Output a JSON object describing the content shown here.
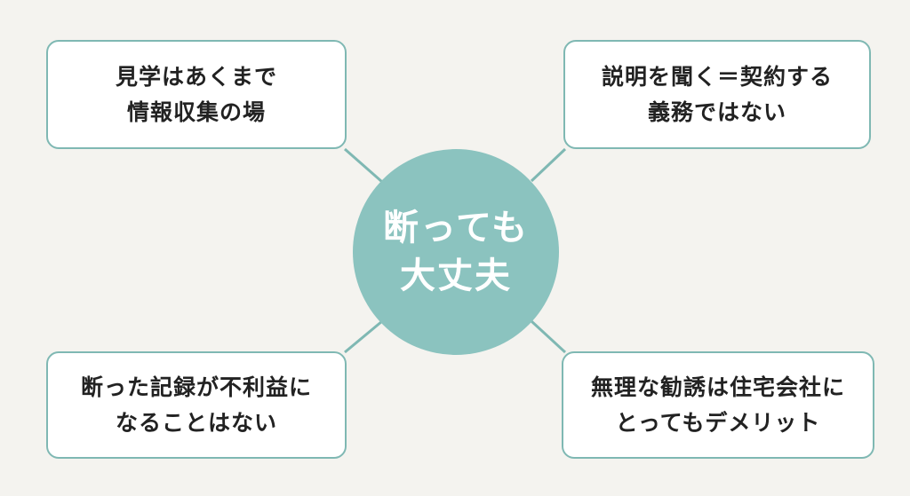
{
  "hub": {
    "lines": [
      "断っても",
      "大丈夫"
    ]
  },
  "nodes": [
    {
      "id": "top-left",
      "lines": [
        "見学はあくまで",
        "情報収集の場"
      ]
    },
    {
      "id": "top-right",
      "lines": [
        "説明を聞く＝契約する",
        "義務ではない"
      ]
    },
    {
      "id": "bottom-left",
      "lines": [
        "断った記録が不利益に",
        "なることはない"
      ]
    },
    {
      "id": "bottom-right",
      "lines": [
        "無理な勧誘は住宅会社に",
        "とってもデメリット"
      ]
    }
  ],
  "colors": {
    "background": "#f4f3ef",
    "hub_fill": "#8bc3bf",
    "box_border": "#7fb8b3",
    "connector": "#7fb8b3",
    "hub_text": "#ffffff",
    "box_text": "#222222"
  }
}
